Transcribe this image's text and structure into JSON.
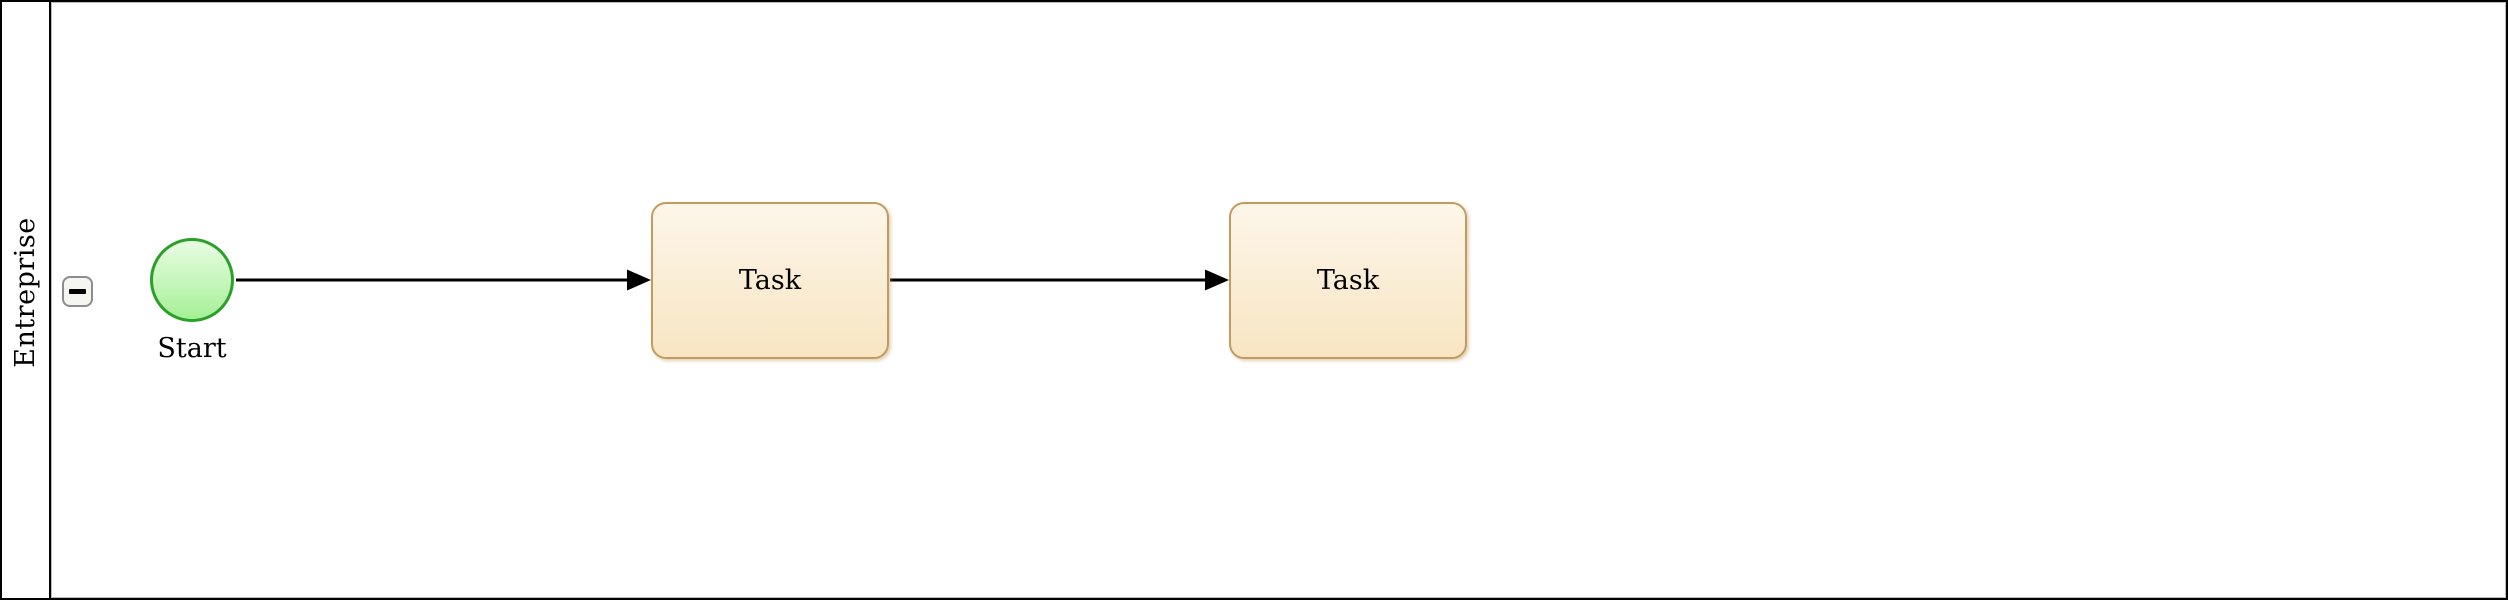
{
  "diagram_type": "BPMN swimlane process",
  "lane": {
    "label": "Entreprise",
    "collapse_control": "−"
  },
  "nodes": {
    "start": {
      "type": "start-event",
      "label": "Start"
    },
    "task1": {
      "type": "task",
      "label": "Task"
    },
    "task2": {
      "type": "task",
      "label": "Task"
    }
  },
  "edges": [
    {
      "from": "start",
      "to": "task1",
      "type": "sequence-flow"
    },
    {
      "from": "task1",
      "to": "task2",
      "type": "sequence-flow"
    }
  ],
  "icons": {
    "collapse": "minus-icon"
  },
  "colors": {
    "pool_border": "#000000",
    "lane_inner_border": "#bdbdbd",
    "edge": "#000000",
    "start_border": "#2aa02a",
    "start_fill_top": "#e9fce4",
    "start_fill_bottom": "#a5f096",
    "task_border": "#c49a5e",
    "task_fill_top": "#fdf6e9",
    "task_fill_bottom": "#f8e5c3",
    "button_border": "#8c8c8c",
    "button_fill": "#f5f5f2"
  }
}
